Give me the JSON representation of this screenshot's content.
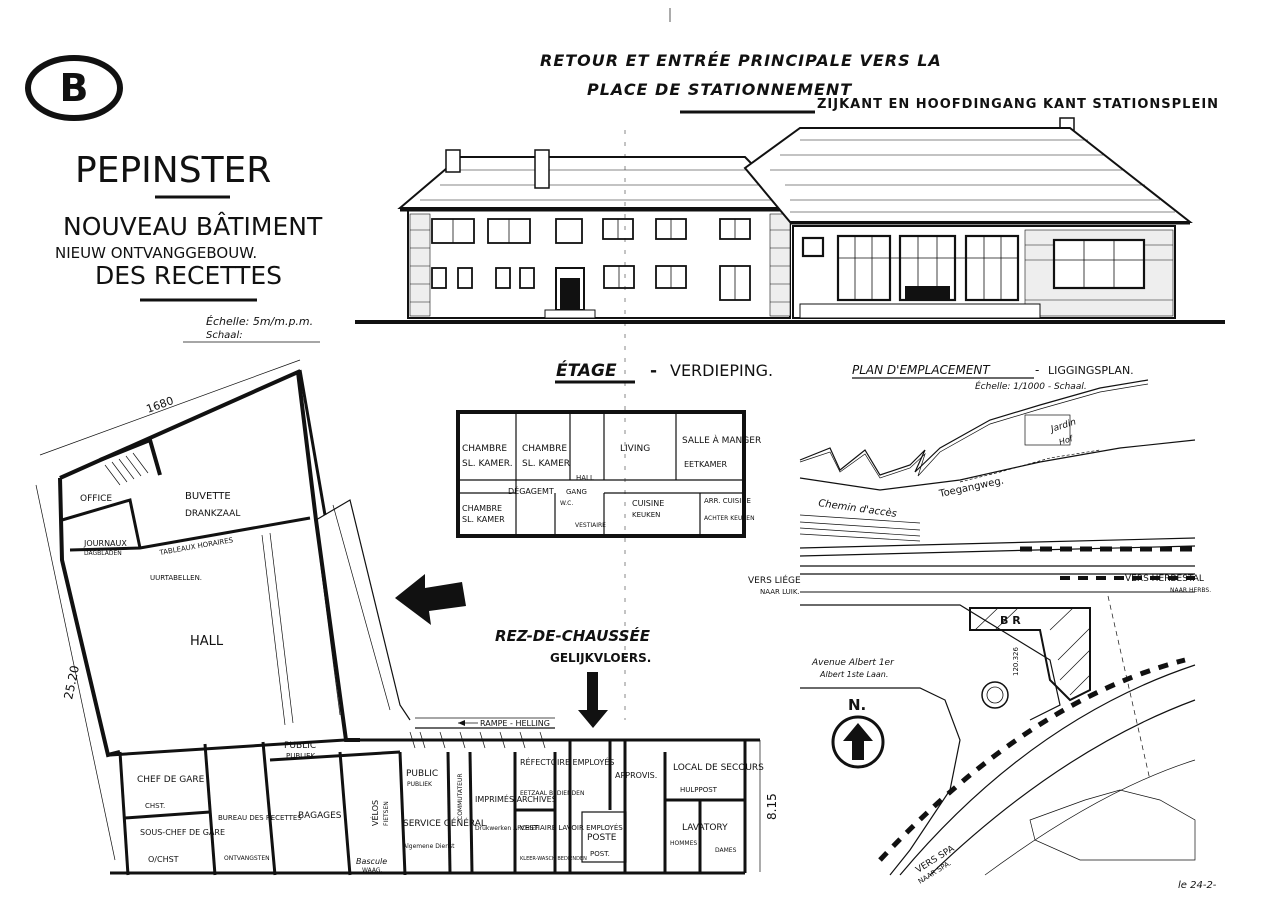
{
  "logo": {
    "letter": "B"
  },
  "title": {
    "place": "PEPINSTER",
    "line1": "NOUVEAU BÂTIMENT",
    "line2_nl": "NIEUW ONTVANGGEBOUW.",
    "line3": "DES RECETTES",
    "scale_fr": "Échelle: 5m/m.p.m.",
    "scale_nl": "Schaal:"
  },
  "elevation": {
    "heading_fr_1": "RETOUR ET ENTRÉE PRINCIPALE VERS LA",
    "heading_fr_2": "PLACE DE STATIONNEMENT",
    "heading_nl": "ZIJKANT EN HOOFDINGANG KANT STATIONSPLEIN"
  },
  "upper_floor": {
    "heading_fr": "ÉTAGE",
    "heading_sep": "-",
    "heading_nl": "VERDIEPING.",
    "rooms": {
      "chambre1": "CHAMBRE",
      "chambre1_nl": "SL. KAMER.",
      "chambre2": "CHAMBRE",
      "chambre2_nl": "SL. KAMER",
      "hall": "HALL",
      "living": "LIVING",
      "salle_a_manger": "SALLE À MANGER",
      "salle_nl": "EETKAMER",
      "degagement": "DÉGAGEMT",
      "gang": "GANG",
      "chambre3": "CHAMBRE",
      "chambre3_nl": "SL. KAMER",
      "cuisine": "CUISINE",
      "cuisine_nl": "KEUKEN",
      "arr_cuisine": "ARR. CUISINE",
      "arr_cuisine_nl": "ACHTER KEUKEN",
      "vestiaire": "VESTIAIRE",
      "wc": "W.C."
    }
  },
  "site_plan": {
    "heading_fr": "PLAN D'EMPLACEMENT",
    "heading_sep": "-",
    "heading_nl": "LIGGINGSPLAN.",
    "scale": "Échelle: 1/1000 - Schaal.",
    "jardin": "Jardin",
    "hof": "Hof",
    "chemin": "Chemin d'accès",
    "toegangweg": "Toegangweg.",
    "vers_liege": "VERS LIÉGE",
    "naar_luik": "NAAR LUIK.",
    "vers_herbestal": "VERS HERBESTAL",
    "naar_herbestal": "NAAR HERBS.",
    "br": "B R",
    "km": "120.326",
    "avenue_fr": "Avenue Albert 1er",
    "avenue_nl": "Albert 1ste Laan.",
    "north": "N.",
    "vers_spa": "VERS SPA",
    "naar_spa": "NAAR SPA."
  },
  "ground_floor": {
    "heading_fr": "REZ-DE-CHAUSSÉE",
    "heading_nl": "GELIJKVLOERS.",
    "dim_top": "1680",
    "dim_left": "25.20",
    "dim_right": "8.15",
    "ramp": "RAMPE - HELLING",
    "rooms": {
      "office": "OFFICE",
      "buvette": "BUVETTE",
      "drankzaal": "DRANKZAAL",
      "journaux": "JOURNAUX",
      "dagbladen": "DAGBLADEN",
      "tableaux": "TABLEAUX HORAIRES",
      "uurtabellen": "UURTABELLEN.",
      "hall": "HALL",
      "chef_gare": "CHEF DE GARE",
      "chef_gare_nl": "CHST.",
      "sous_chef": "SOUS-CHEF DE GARE",
      "sous_chef_nl": "O/CHST",
      "bureau": "BUREAU DES RECETTES",
      "bureau_nl": "ONTVANGSTEN",
      "public1": "PUBLIC",
      "public1_nl": "PUBLIEK",
      "bagages": "BAGAGES",
      "bascule": "Bascule",
      "bascule_nl": "WAAG.",
      "velos": "VÉLOS",
      "fietsen": "FIETSEN",
      "public2": "PUBLIC",
      "public2_nl": "PUBLIEK",
      "service": "SERVICE GÉNÉRAL",
      "service_nl": "Algemene Dienst",
      "commutateur": "COMMUTATEUR",
      "imprimes": "IMPRIMÉS ARCHIVES",
      "imprimes_nl": "Drukwerken ARCHIEF.",
      "refectoire": "RÉFECTOIRE EMPLOYÉS",
      "eetzaal": "EETZAAL BEDIENDEN",
      "vestiaire": "VESTIAIRE LAVOIR EMPLOYÉS",
      "vestiaire_nl": "KLEER-WASCH BEDIENDEN",
      "poste": "POSTE",
      "post": "POST.",
      "appro": "APPROVIS.",
      "local_secours": "LOCAL DE SECOURS",
      "hulppost": "HULPPOST",
      "lavatory": "LAVATORY",
      "dames": "DAMES",
      "hommes": "HOMMES"
    }
  },
  "footer": {
    "date": "le 24-2-"
  }
}
